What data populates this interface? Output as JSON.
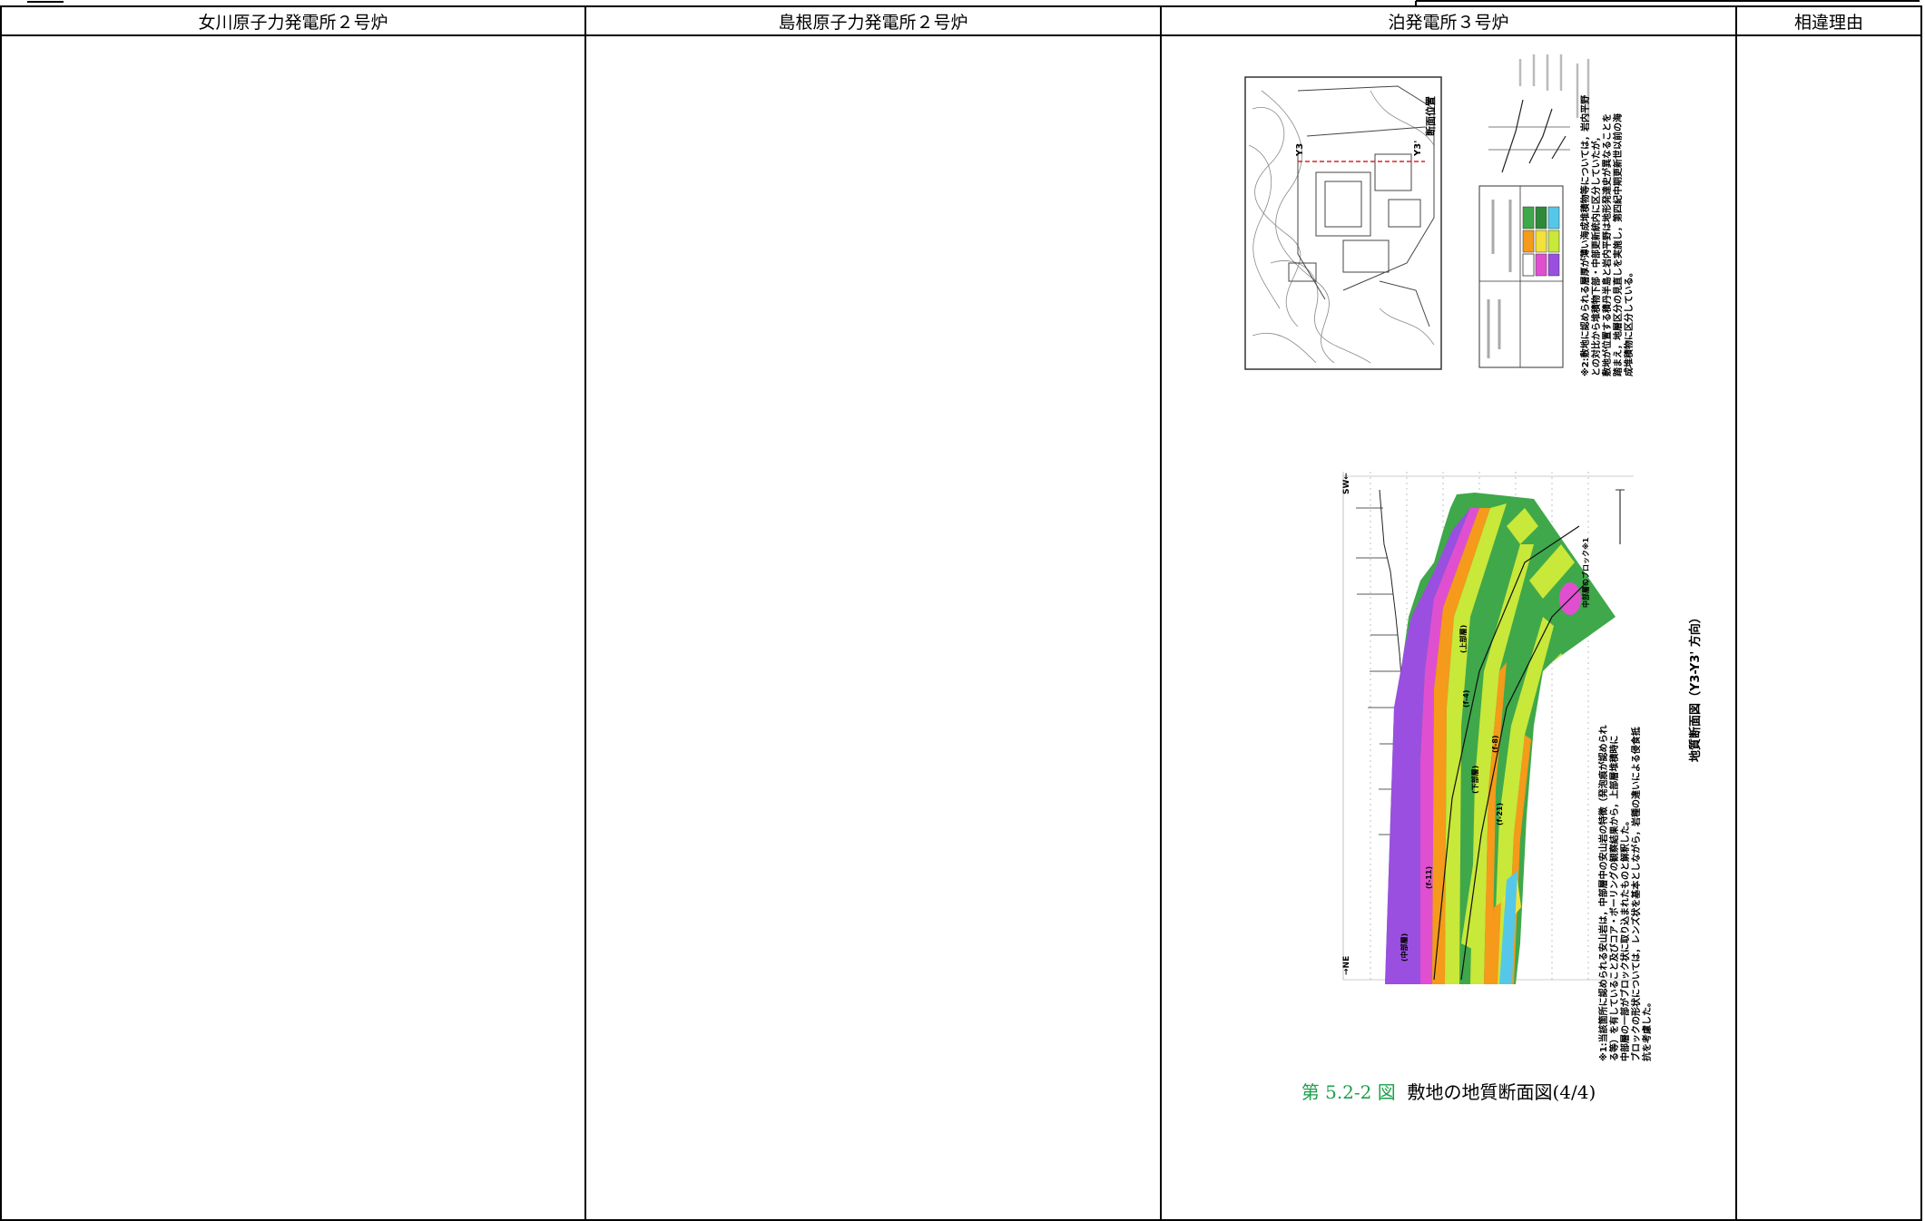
{
  "table": {
    "headers": [
      "女川原子力発電所２号炉",
      "島根原子力発電所２号炉",
      "泊発電所３号炉",
      "相違理由"
    ]
  },
  "figure": {
    "plan_location_label": "断面位置",
    "section_marker_left": "Y3",
    "section_marker_right": "Y3'",
    "note2": "※2:敷地に認められる層厚が薄い海成堆積物等については，岩内平野との対比から堆積物下部・中部更新統内に区分していたが，敷地が位置する積丹半島と岩内平野は地形発達史が異なることを踏まえ，地層区分の見直しを実施し，第四紀中期更新世以前の海成堆積物に区分している。",
    "note1": "※1:当該箇所に認められる安山岩は，中部層中の安山岩の特徴（発泡痕が認められる等）を有していること及びコア・ボーリングの観察結果から，上部層堆積時に中部層の一部がブロック状に取り込まれたものと解釈した。ブロックの形状については，レンズ状を基本としながら，岩種の違いによる侵食抵抗を考慮した。",
    "section_title": "地質断面図（Y3-Y3' 方向）",
    "label_upper": "(上部層)",
    "label_lower": "(下部層)",
    "label_middle": "(中部層)",
    "label_block": "中部層のブロック※1",
    "label_f4": "(f-4)",
    "label_f8": "(f-8)",
    "label_f11": "(f-11)",
    "label_f21": "(f-21)",
    "label_sw": "SW←",
    "label_ne": "→NE",
    "caption_number": "第 5.2-2 図",
    "caption_text": "敷地の地質断面図(4/4)"
  },
  "colors": {
    "purple": "#9a4fe0",
    "magenta": "#e04fd0",
    "green": "#3fa84a",
    "lime": "#c8e83a",
    "orange": "#f59a1a",
    "yellow": "#f2e23a",
    "cyan": "#55c8ea",
    "caption_green": "#1aa04a"
  }
}
